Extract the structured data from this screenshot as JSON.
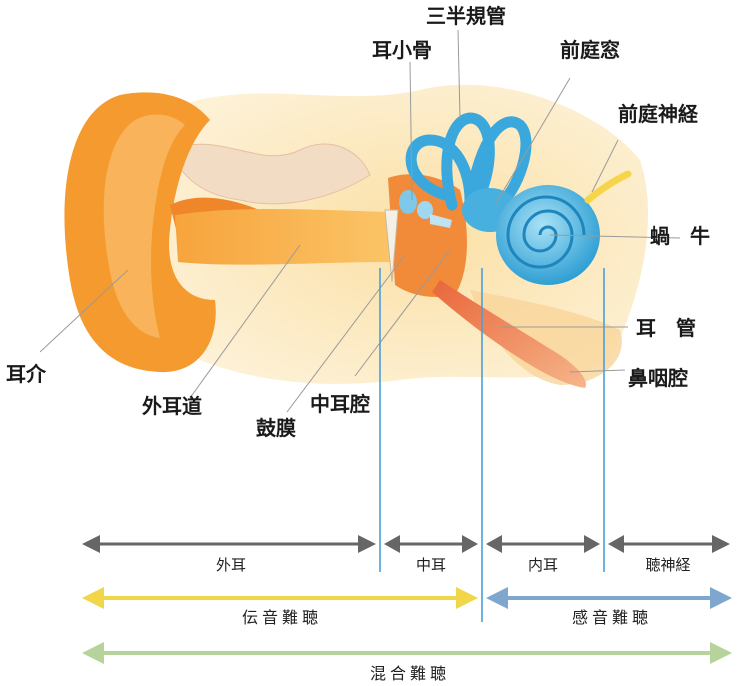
{
  "labels": {
    "semicircular_canals": "三半規管",
    "ossicles": "耳小骨",
    "oval_window": "前庭窓",
    "vestibular_nerve": "前庭神経",
    "cochlea": "蝸　牛",
    "eustachian_tube": "耳　管",
    "nasopharynx": "鼻咽腔",
    "auricle": "耳介",
    "external_canal": "外耳道",
    "eardrum": "鼓膜",
    "middle_ear_cavity": "中耳腔"
  },
  "segments": {
    "outer_ear": "外耳",
    "middle_ear": "中耳",
    "inner_ear": "内耳",
    "auditory_nerve": "聴神経"
  },
  "hearing_loss": {
    "conductive": "伝音難聴",
    "sensorineural": "感音難聴",
    "mixed": "混合難聴"
  },
  "colors": {
    "segment_arrow": "#666666",
    "conductive_arrow": "#f2d64a",
    "sensorineural_arrow": "#7fa6cc",
    "mixed_arrow": "#b5d39a",
    "boundary_line": "#4a9fd8",
    "ear_orange": "#f59a2f",
    "cochlea_blue": "#4fb3e0"
  }
}
